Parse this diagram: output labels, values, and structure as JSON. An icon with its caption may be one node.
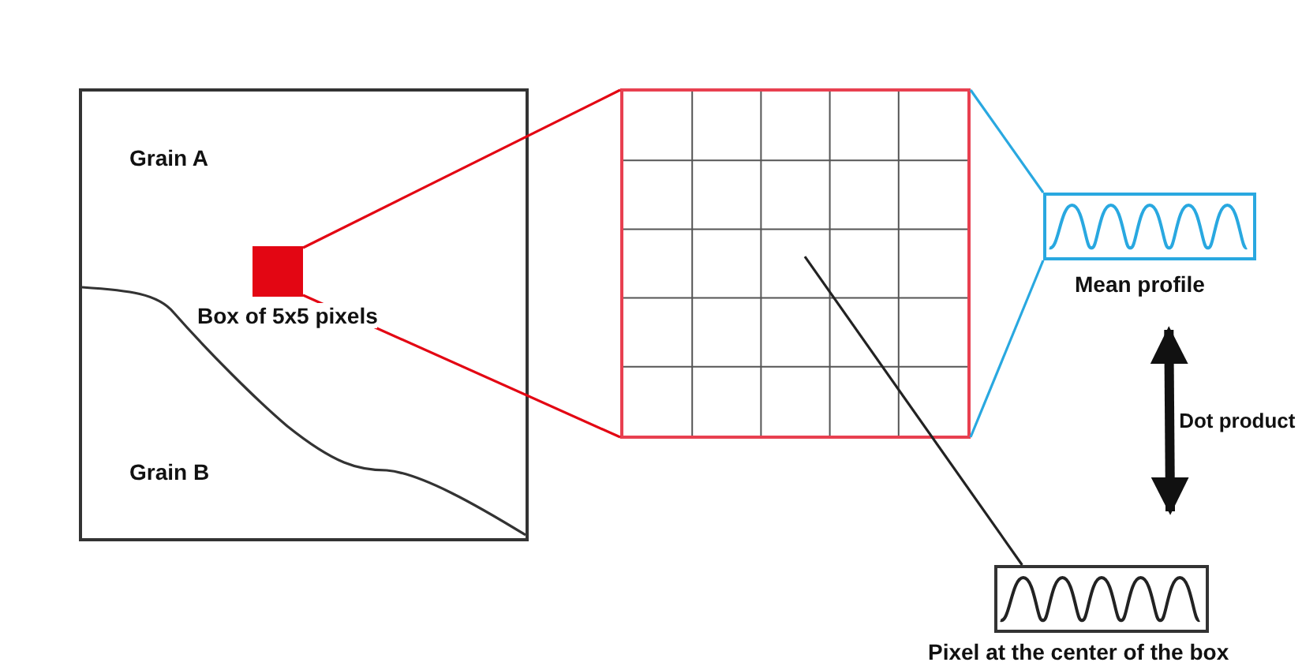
{
  "diagram": {
    "nodes": [
      {
        "text": [
          "Grain A",
          "Grain B"
        ]
      },
      {
        "text": [],
        "shape": "box",
        "in": 0,
        "beside": [
          "Box of 5x5 pixels"
        ]
      },
      {
        "text": [],
        "shape": "box"
      },
      {
        "text": [],
        "shape": "picture",
        "beside": [
          "Mean profile"
        ]
      },
      {
        "text": [],
        "shape": "picture",
        "beside": [
          "Pixel at the center of the box"
        ]
      }
    ],
    "edges": [
      {
        "from": 1,
        "to": 2,
        "arrow": "none",
        "color": "#e30613"
      },
      {
        "from": 1,
        "to": 2,
        "arrow": "none",
        "color": "#e30613"
      },
      {
        "from": 2,
        "to": 3,
        "arrow": "none",
        "color": "#29a8e0"
      },
      {
        "from": 2,
        "to": 3,
        "arrow": "none",
        "color": "#29a8e0"
      },
      {
        "from": 2,
        "to": 4,
        "arrow": "none",
        "color": "#222222"
      },
      {
        "from": 3,
        "to": 4,
        "arrow": "both",
        "style": "thick",
        "color": "#111111",
        "label": "Dot product"
      }
    ]
  }
}
